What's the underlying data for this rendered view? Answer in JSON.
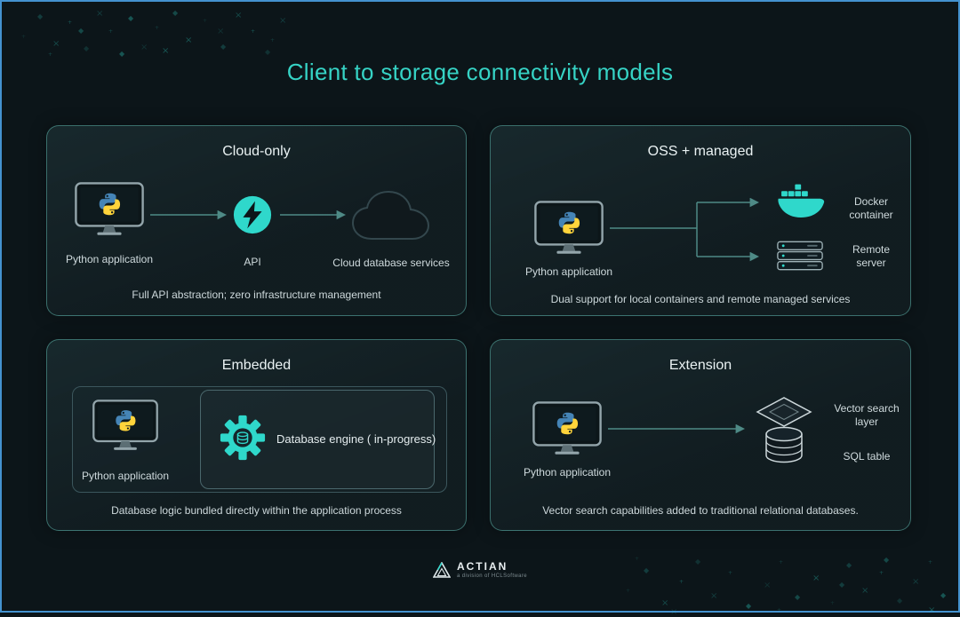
{
  "page": {
    "title": "Client to storage connectivity models"
  },
  "panels": {
    "cloud_only": {
      "title": "Cloud-only",
      "python_label": "Python application",
      "api_label": "API",
      "cloud_label": "Cloud database services",
      "caption": "Full API abstraction; zero infrastructure management"
    },
    "oss_managed": {
      "title": "OSS + managed",
      "python_label": "Python application",
      "docker_label": "Docker container",
      "server_label": "Remote server",
      "caption": "Dual support for local containers and remote managed services"
    },
    "embedded": {
      "title": "Embedded",
      "python_label": "Python application",
      "engine_label": "Database engine ( in-progress)",
      "caption": "Database logic bundled directly within the application process"
    },
    "extension": {
      "title": "Extension",
      "python_label": "Python application",
      "vector_label": "Vector search layer",
      "sql_label": "SQL table",
      "caption": "Vector search capabilities added to traditional relational databases."
    }
  },
  "footer": {
    "brand": "ACTIAN",
    "tagline": "a division of HCLSoftware"
  },
  "colors": {
    "accent": "#2fd8cb",
    "background": "#0c1519",
    "panel_border": "#4e9a94",
    "text_primary": "#eaf2f3",
    "text_secondary": "#cdd8db"
  }
}
